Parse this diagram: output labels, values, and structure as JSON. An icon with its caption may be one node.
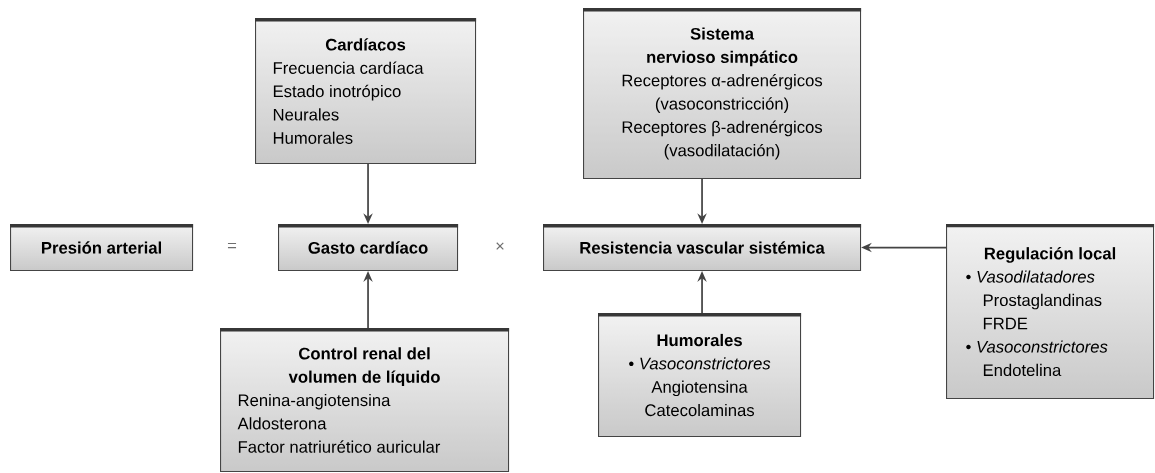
{
  "diagram": {
    "nodes": [
      {
        "text": [
          "Cardíacos",
          "Frecuencia cardíaca",
          "Estado inotrópico",
          "Neurales",
          "Humorales"
        ]
      },
      {
        "text": [
          "Sistema nervioso simpático",
          "Receptores α-adrenérgicos (vasoconstricción)",
          "Receptores β-adrenérgicos (vasodilatación)"
        ]
      },
      {
        "text": [
          "Presión arterial"
        ]
      },
      {
        "text": [
          "Gasto cardíaco"
        ]
      },
      {
        "text": [
          "Resistencia vascular sistémica"
        ]
      },
      {
        "text": [
          "Regulación local",
          "• *Vasodilatadores*",
          "Prostaglandinas",
          "FRDE",
          "• *Vasoconstrictores*",
          "Endotelina"
        ]
      },
      {
        "text": [
          "Control renal del volumen de líquido",
          "Renina-angiotensina",
          "Aldosterona",
          "Factor natriurético auricular"
        ]
      },
      {
        "text": [
          "Humorales",
          "• *Vasoconstrictores*",
          "Angiotensina",
          "Catecolaminas"
        ]
      }
    ],
    "edges": [
      {
        "from": 0,
        "to": 3,
        "arrow": "to"
      },
      {
        "from": 1,
        "to": 4,
        "arrow": "to"
      },
      {
        "from": 6,
        "to": 3,
        "arrow": "to"
      },
      {
        "from": 7,
        "to": 4,
        "arrow": "to"
      },
      {
        "from": 5,
        "to": 4,
        "arrow": "to"
      }
    ],
    "labels": [
      "=",
      "×"
    ]
  }
}
